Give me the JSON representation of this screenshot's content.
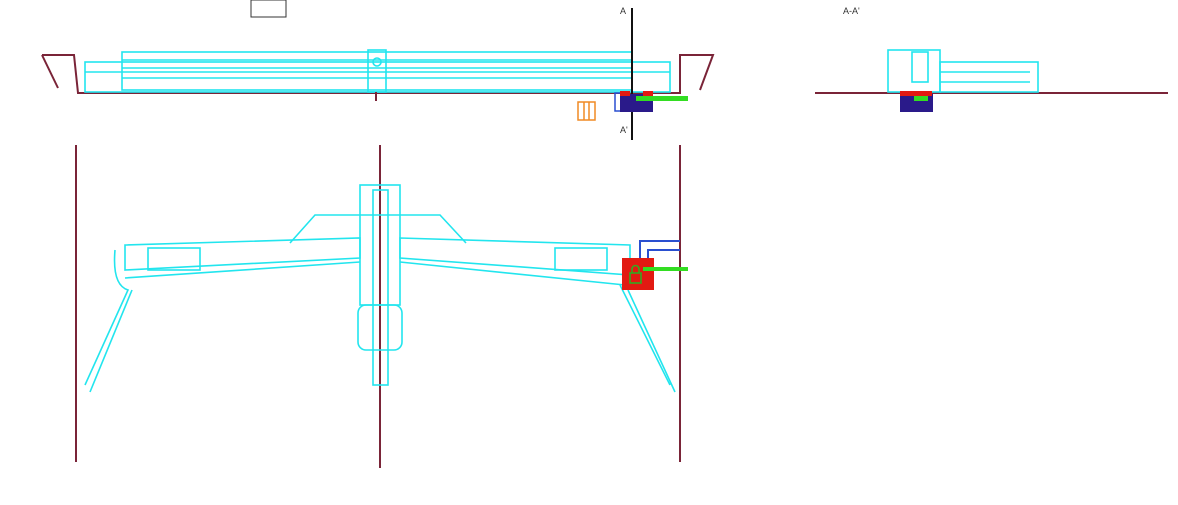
{
  "drawing": {
    "section_marker_top": "A",
    "section_marker_bottom": "A'",
    "section_title": "A-A'"
  },
  "colors": {
    "structure": "#22e5ee",
    "wall": "#7a2438",
    "lock_box": "#e21a12",
    "bracket": "#2a4fd0",
    "base": "#2a1a8a",
    "handle": "#33dd22",
    "legend_icon": "#f08a24"
  }
}
